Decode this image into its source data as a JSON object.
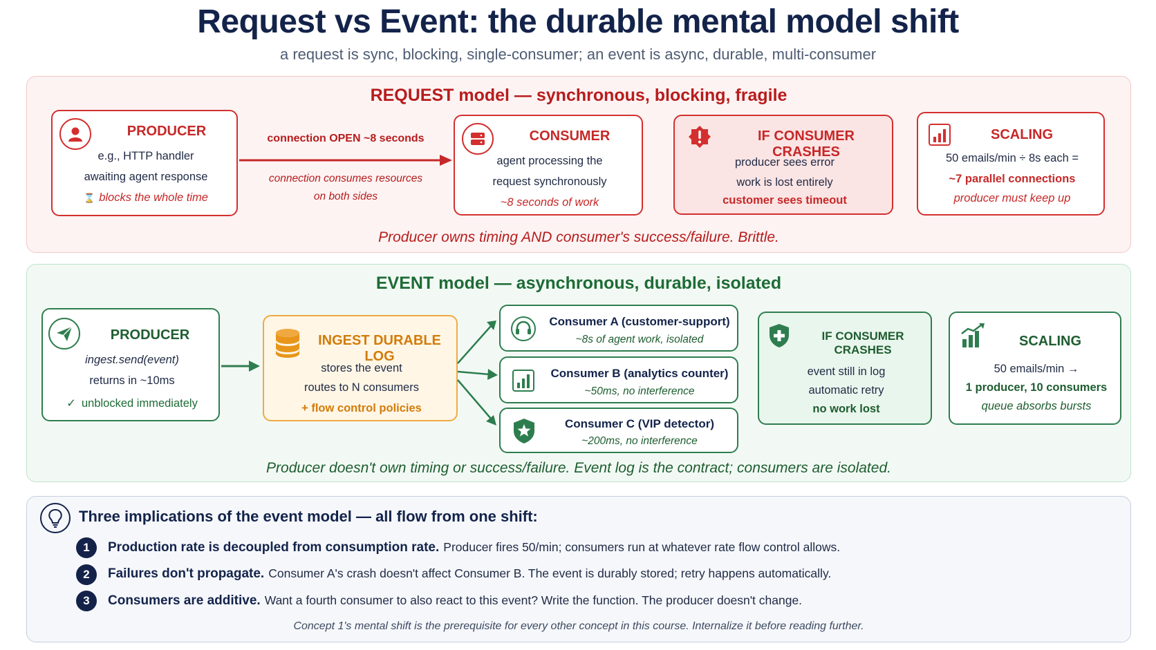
{
  "title": "Request vs Event: the durable mental model shift",
  "subtitle": "a request is sync, blocking, single-consumer; an event is async, durable, multi-consumer",
  "request": {
    "heading": "REQUEST model — synchronous, blocking, fragile",
    "producer": {
      "title": "PRODUCER",
      "line1": "e.g., HTTP handler",
      "line2": "awaiting agent response",
      "line3": "blocks the whole time",
      "hourglass": "⌛"
    },
    "arrow": {
      "top": "connection OPEN ~8 seconds",
      "bottom1": "connection consumes resources",
      "bottom2": "on both sides"
    },
    "consumer": {
      "title": "CONSUMER",
      "line1": "agent processing the",
      "line2": "request synchronously",
      "line3": "~8 seconds of work"
    },
    "crash": {
      "title": "IF CONSUMER CRASHES",
      "line1": "producer sees error",
      "line2": "work is lost entirely",
      "line3": "customer sees timeout"
    },
    "scaling": {
      "title": "SCALING",
      "line1": "50 emails/min ÷ 8s each =",
      "line2": "~7 parallel connections",
      "line3": "producer must keep up"
    },
    "footer": "Producer owns timing AND consumer's success/failure. Brittle."
  },
  "event": {
    "heading": "EVENT model — asynchronous, durable, isolated",
    "producer": {
      "title": "PRODUCER",
      "line1": "ingest.send(event)",
      "line2": "returns in ~10ms",
      "line3": "unblocked immediately",
      "check": "✓"
    },
    "log": {
      "title": "INGEST DURABLE LOG",
      "line1": "stores the event",
      "line2": "routes to N consumers",
      "line3": "+ flow control policies"
    },
    "consumers": [
      {
        "title": "Consumer A (customer-support)",
        "detail": "~8s of agent work, isolated"
      },
      {
        "title": "Consumer B (analytics counter)",
        "detail": "~50ms, no interference"
      },
      {
        "title": "Consumer C (VIP detector)",
        "detail": "~200ms, no interference"
      }
    ],
    "crash": {
      "title": "IF CONSUMER CRASHES",
      "line1": "event still in log",
      "line2": "automatic retry",
      "line3": "no work lost"
    },
    "scaling": {
      "title": "SCALING",
      "line1": "50 emails/min →",
      "line2": "1 producer, 10 consumers",
      "line3": "queue absorbs bursts"
    },
    "footer": "Producer doesn't own timing or success/failure. Event log is the contract; consumers are isolated."
  },
  "implications": {
    "heading": "Three implications of the event model — all flow from one shift:",
    "items": [
      {
        "num": "1",
        "lead": "Production rate is decoupled from consumption rate.",
        "text": "Producer fires 50/min; consumers run at whatever rate flow control allows."
      },
      {
        "num": "2",
        "lead": "Failures don't propagate.",
        "text": "Consumer A's crash doesn't affect Consumer B. The event is durably stored; retry happens automatically."
      },
      {
        "num": "3",
        "lead": "Consumers are additive.",
        "text": "Want a fourth consumer to also react to this event? Write the function. The producer doesn't change."
      }
    ],
    "footer": "Concept 1's mental shift is the prerequisite for every other concept in this course. Internalize it before reading further."
  },
  "colors": {
    "red": "#d32f2f",
    "green": "#2e7d4f",
    "orange": "#f0a940",
    "navy": "#14224a"
  }
}
